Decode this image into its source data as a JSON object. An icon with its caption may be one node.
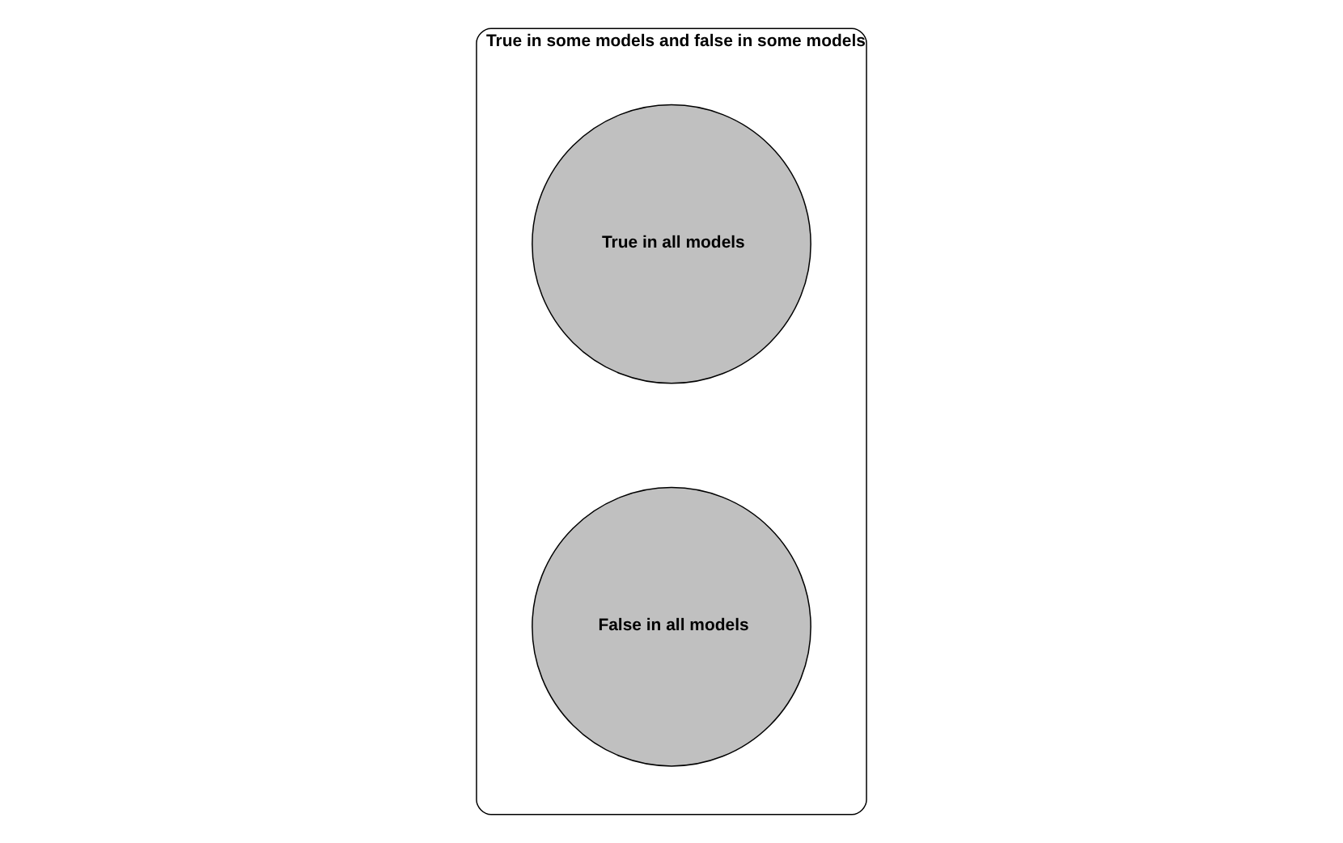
{
  "diagram": {
    "nodes": [
      {
        "text": [
          "True in some models and false in some models"
        ]
      },
      {
        "text": [
          "True in all models"
        ],
        "in": 0
      },
      {
        "text": [
          "False in all models"
        ],
        "in": 0
      }
    ]
  }
}
